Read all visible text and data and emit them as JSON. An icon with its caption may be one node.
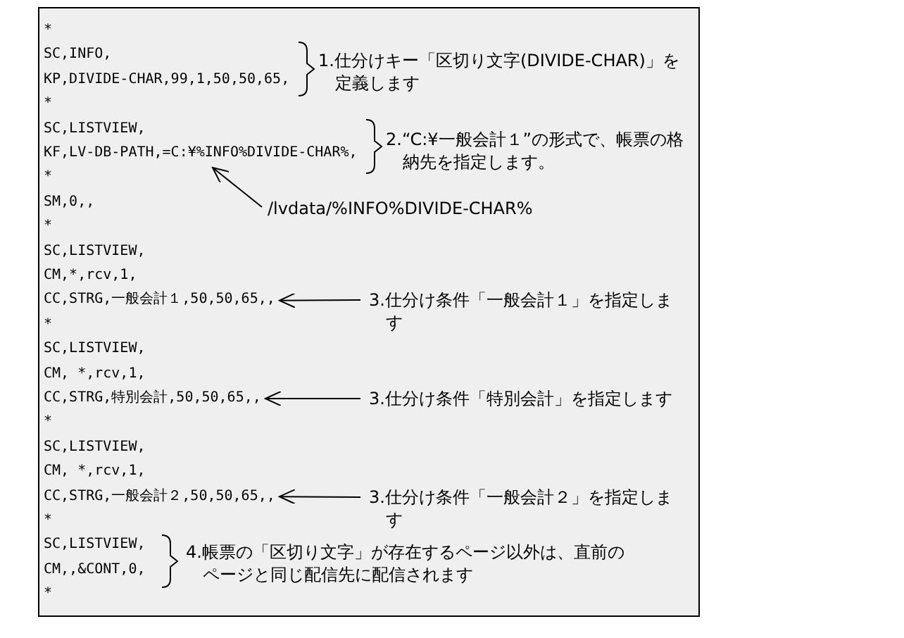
{
  "diagram": {
    "nodes": [
      {
        "text": [
          "KF,LV-DB-PATH,=C:¥%INFO%DIVIDE-CHAR%,"
        ]
      },
      {
        "text": [
          "/lvdata/%INFO%DIVIDE-CHAR%"
        ]
      },
      {
        "text": [
          "CC,STRG,一般会計１,50,50,65,,"
        ]
      },
      {
        "text": [
          "3.仕分け条件「一般会計１」を指定します"
        ]
      },
      {
        "text": [
          "CC,STRG,特別会計,50,50,65,,"
        ]
      },
      {
        "text": [
          "3.仕分け条件「特別会計」を指定します"
        ]
      },
      {
        "text": [
          "CC,STRG,一般会計２,50,50,65,,"
        ]
      },
      {
        "text": [
          "3.仕分け条件「一般会計２」を指定します"
        ]
      }
    ],
    "edges": [
      {
        "from": 1,
        "to": 0,
        "arrow": "to"
      },
      {
        "from": 3,
        "to": 2,
        "arrow": "to"
      },
      {
        "from": 5,
        "to": 4,
        "arrow": "to"
      },
      {
        "from": 7,
        "to": 6,
        "arrow": "to"
      }
    ],
    "labels": [
      "*",
      "SC,INFO,",
      "KP,DIVIDE-CHAR,99,1,50,50,65,",
      "1.仕分けキー「区切り文字(DIVIDE-CHAR)」を定義します",
      "*",
      "SC,LISTVIEW,",
      "2.“C:¥一般会計１”の形式で、帳票の格納先を指定します。",
      "*",
      "SM,0,,",
      "*",
      "SC,LISTVIEW,",
      "CM,*,rcv,1,",
      "*",
      "SC,LISTVIEW,",
      "CM, *,rcv,1,",
      "*",
      "SC,LISTVIEW,",
      "CM, *,rcv,1,",
      "*",
      "SC,LISTVIEW,",
      "CM,,&CONT,0,",
      "4.帳票の「区切り文字」が存在するページ以外は、直前のページと同じ配信先に配信されます",
      "*"
    ]
  }
}
